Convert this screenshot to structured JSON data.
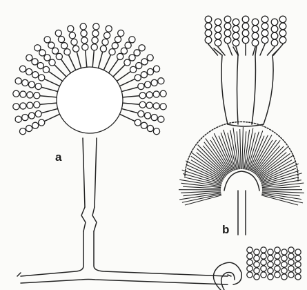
{
  "figure": {
    "labels": [
      {
        "id": "a",
        "text": "a"
      },
      {
        "id": "b",
        "text": "b"
      }
    ],
    "ink_color": "#222222",
    "paper_color": "#fbfbf9"
  }
}
